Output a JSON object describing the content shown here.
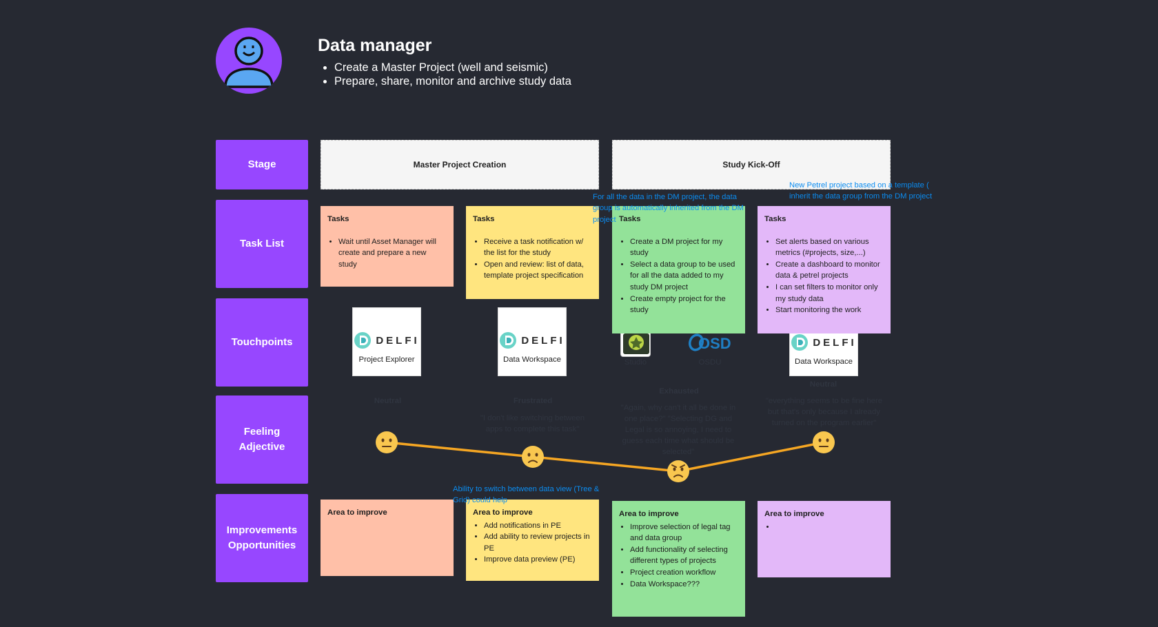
{
  "persona": {
    "title": "Data manager",
    "goals": [
      "Create a Master Project (well and seismic)",
      "Prepare, share, monitor and archive study data"
    ],
    "avatar_icon": "user-icon"
  },
  "rows": {
    "stage": "Stage",
    "tasks": "Task List",
    "touchpoints": "Touchpoints",
    "feeling": "Feeling Adjective",
    "improvements": "Improvements Opportunities"
  },
  "stages": [
    "Master Project Creation",
    "Study Kick-Off"
  ],
  "tasks": [
    {
      "title": "Tasks",
      "items": [
        "Wait until Asset Manager will create and prepare a new study"
      ]
    },
    {
      "title": "Tasks",
      "items": [
        "Receive a task notification w/ the list for the study",
        "Open and review: list of data, template project specification"
      ]
    },
    {
      "title": "Tasks",
      "items": [
        "Create a DM project for my study",
        "Select a data group to be used for all the data added to my study DM project",
        "Create empty project for the study"
      ]
    },
    {
      "title": "Tasks",
      "items": [
        "Set alerts based on various metrics (#projects, size,...)",
        "Create a dashboard to monitor data & petrel projects",
        "I can set filters to monitor only my study data",
        "Start monitoring the work"
      ]
    }
  ],
  "comments": [
    "For all the data in the DM project, the data group is automatically  inherited from the DM project",
    "New Petrel project based on a template ( inherit the data group from the DM project",
    "Ability to switch between data view (Tree & Grid) could help"
  ],
  "touchpoints": [
    {
      "logo": "DELFI",
      "label": "Project Explorer",
      "icon": "delfi-logo-icon"
    },
    {
      "logo": "DELFI",
      "label": "Data Workspace",
      "icon": "delfi-logo-icon"
    },
    {
      "logo": "",
      "label": "Studio",
      "icon": "studio-logo-icon"
    },
    {
      "logo": "OSDU",
      "label": "OSDU",
      "icon": "osdu-logo-icon"
    },
    {
      "logo": "DELFI",
      "label": "Data Workspace",
      "icon": "delfi-logo-icon"
    }
  ],
  "feelings": [
    {
      "adjective": "Neutral",
      "quote": "",
      "emoji": "neutral-face-icon",
      "level": 2
    },
    {
      "adjective": "Frustrated",
      "quote": "\"I don't like switching between apps to complete this task\"",
      "emoji": "frowning-face-icon",
      "level": 1
    },
    {
      "adjective": "Exhausted",
      "quote": "\"Again, why can't it all be done in one place?\" \"Selecting DG and Legal is so annoying, I need to guess each time what should be selected\"",
      "emoji": "angry-face-icon",
      "level": 0
    },
    {
      "adjective": "Neutral",
      "quote": "\"everything seems to be fine here but that's only because I already turned on the program earlier\"",
      "emoji": "neutral-face-icon",
      "level": 2
    }
  ],
  "improvements": [
    {
      "title": "Area to improve",
      "items": []
    },
    {
      "title": "Area to improve",
      "items": [
        "Add notifications in PE",
        "Add ability to review projects in PE",
        "Improve data preview (PE)"
      ]
    },
    {
      "title": "Area to improve",
      "items": [
        "Improve selection of legal tag and data group",
        "Add functionality of selecting different types of projects",
        "Project creation workflow",
        "Data Workspace???"
      ]
    },
    {
      "title": "Area to improve",
      "items": [
        ""
      ]
    }
  ],
  "colors": {
    "background": "#262932",
    "accent": "#9747ff",
    "salmon": "#ffc0a8",
    "yellow": "#ffe57f",
    "green": "#93e299",
    "lilac": "#e3b8f9",
    "line": "#f5a623",
    "comment": "#0b8cf0"
  }
}
